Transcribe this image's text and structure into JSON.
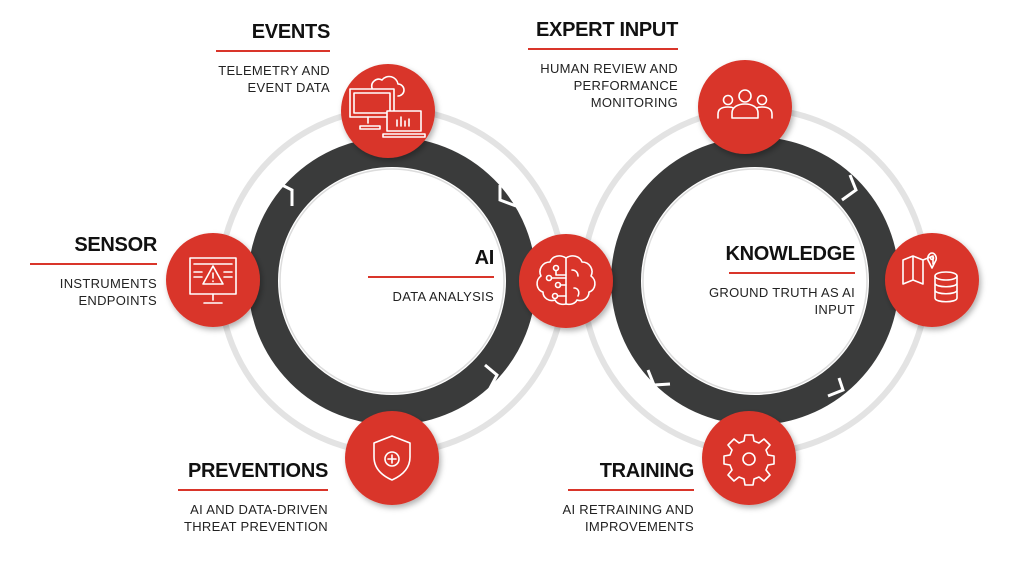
{
  "colors": {
    "accent": "#d9352a",
    "ring": "#3a3b3b",
    "light_ring": "#e3e3e3"
  },
  "nodes": [
    {
      "id": "events",
      "title": "EVENTS",
      "desc": [
        "TELEMETRY AND",
        "EVENT DATA"
      ],
      "icon": "computer-cloud-icon"
    },
    {
      "id": "sensor",
      "title": "SENSOR",
      "desc": [
        "INSTRUMENTS",
        "ENDPOINTS"
      ],
      "icon": "monitor-alert-icon"
    },
    {
      "id": "preventions",
      "title": "PREVENTIONS",
      "desc": [
        "AI AND DATA-DRIVEN",
        "THREAT PREVENTION"
      ],
      "icon": "shield-plus-icon"
    },
    {
      "id": "ai",
      "title": "AI",
      "desc": [
        "DATA ANALYSIS"
      ],
      "icon": "brain-circuit-icon"
    },
    {
      "id": "expert",
      "title": "EXPERT INPUT",
      "desc": [
        "HUMAN REVIEW AND",
        "PERFORMANCE",
        "MONITORING"
      ],
      "icon": "people-group-icon"
    },
    {
      "id": "knowledge",
      "title": "KNOWLEDGE",
      "desc": [
        "GROUND TRUTH AS AI",
        "INPUT"
      ],
      "icon": "map-database-icon"
    },
    {
      "id": "training",
      "title": "TRAINING",
      "desc": [
        "AI RETRAINING AND",
        "IMPROVEMENTS"
      ],
      "icon": "gear-icon"
    }
  ]
}
